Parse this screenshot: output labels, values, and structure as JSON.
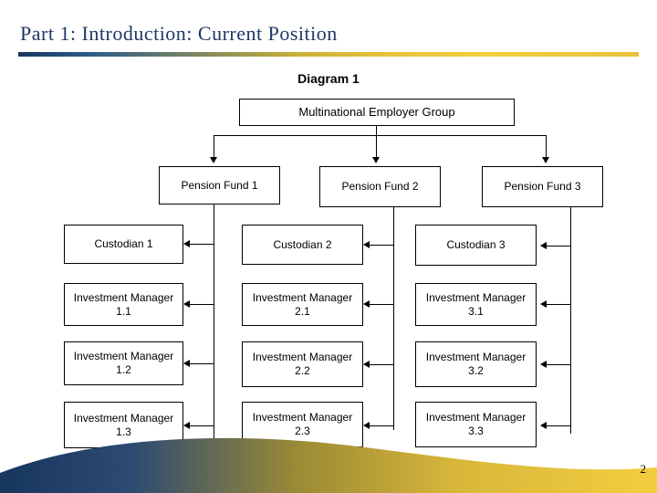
{
  "slide": {
    "title": "Part 1: Introduction: Current Position",
    "page_number": "2",
    "title_color": "#1F3864"
  },
  "diagram": {
    "label": "Diagram 1",
    "root": "Multinational Employer Group",
    "columns": [
      {
        "fund": "Pension Fund 1",
        "custodian": "Custodian 1",
        "managers": [
          "Investment Manager 1.1",
          "Investment Manager 1.2",
          "Investment Manager 1.3"
        ]
      },
      {
        "fund": "Pension Fund 2",
        "custodian": "Custodian 2",
        "managers": [
          "Investment Manager 2.1",
          "Investment Manager 2.2",
          "Investment Manager 2.3"
        ]
      },
      {
        "fund": "Pension Fund 3",
        "custodian": "Custodian 3",
        "managers": [
          "Investment Manager 3.1",
          "Investment Manager 3.2",
          "Investment Manager 3.3"
        ]
      }
    ]
  }
}
